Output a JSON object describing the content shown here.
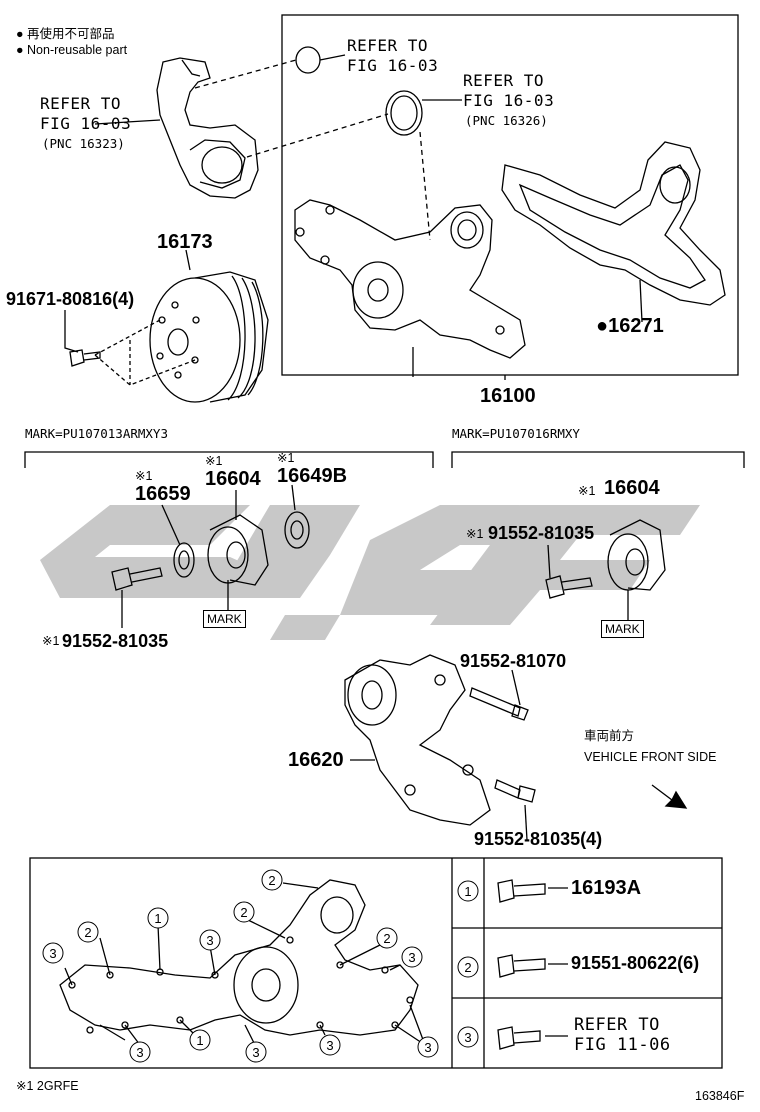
{
  "legend": {
    "dot_jp": "再使用不可部品",
    "dot_en": "Non-reusable part"
  },
  "refs": {
    "ref1_line1": "REFER TO",
    "ref1_line2": "FIG 16-03",
    "ref2_line1": "REFER TO",
    "ref2_line2": "FIG 16-03",
    "ref2_line3": "(PNC 16326)",
    "ref3_line1": "REFER TO",
    "ref3_line2": "FIG 16-03",
    "ref3_line3": "(PNC 16323)"
  },
  "parts": {
    "p16173": "16173",
    "p91671": "91671-80816(4)",
    "p16271": "●16271",
    "p16100": "16100",
    "p16659": "16659",
    "p16604a": "16604",
    "p16649b": "16649B",
    "p91552a": "91552-81035",
    "p16604b": "16604",
    "p91552b": "91552-81035",
    "p91552c": "91552-81070",
    "p16620": "16620",
    "p91552d": "91552-81035(4)"
  },
  "note_marks": {
    "n16659": "※1",
    "n16604a": "※1",
    "n16649b": "※1",
    "n91552a": "※1",
    "n16604b": "※1",
    "n91552b": "※1"
  },
  "mark_labels": {
    "left_header": "MARK=PU107013ARMXY3",
    "right_header": "MARK=PU107016RMXY",
    "mark_a": "MARK",
    "mark_b": "MARK"
  },
  "direction": {
    "jp": "車両前方",
    "en": "VEHICLE FRONT SIDE"
  },
  "bolt_table": {
    "rows": [
      {
        "num": "1",
        "part": "16193A",
        "part2": ""
      },
      {
        "num": "2",
        "part": "91551-80622(6)",
        "part2": ""
      },
      {
        "num": "3",
        "part": "REFER TO",
        "part2": "FIG 11-06"
      }
    ]
  },
  "callouts": {
    "c1": "1",
    "c2": "2",
    "c3": "3"
  },
  "footnote": "※1 2GRFE",
  "figure_id": "163846F",
  "colors": {
    "watermark": "#c8c8c8",
    "ink": "#000000"
  }
}
